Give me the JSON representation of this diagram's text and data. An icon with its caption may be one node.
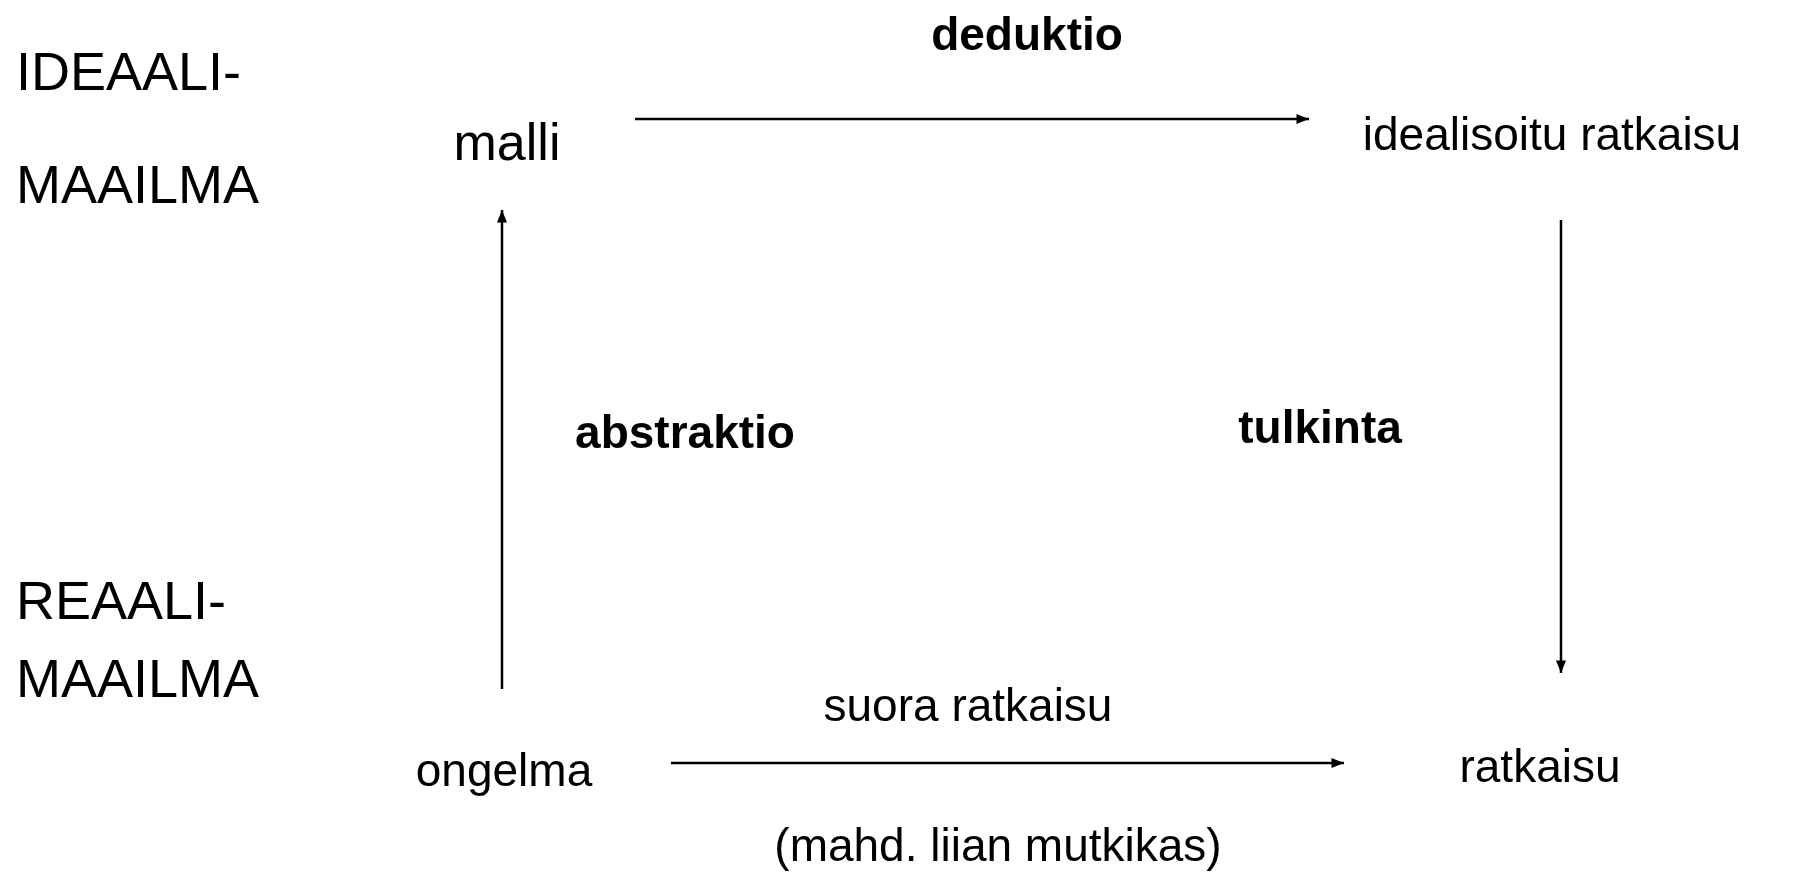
{
  "diagram": {
    "nodes": [
      {
        "text": [
          "malli"
        ]
      },
      {
        "text": [
          "idealisoitu ratkaisu"
        ]
      },
      {
        "text": [
          "ongelma"
        ]
      },
      {
        "text": [
          "ratkaisu"
        ]
      }
    ],
    "edges": [
      {
        "from": 0,
        "to": 1,
        "arrow": "to",
        "label": "deduktio"
      },
      {
        "from": 1,
        "to": 3,
        "arrow": "to",
        "label": "tulkinta"
      },
      {
        "from": 2,
        "to": 0,
        "arrow": "to",
        "label": "abstraktio"
      },
      {
        "from": 2,
        "to": 3,
        "arrow": "to",
        "label": "suora ratkaisu"
      }
    ],
    "labels": [
      "IDEAALI- MAAILMA",
      "REAALI- MAAILMA",
      "(mahd. liian mutkikas)"
    ]
  }
}
